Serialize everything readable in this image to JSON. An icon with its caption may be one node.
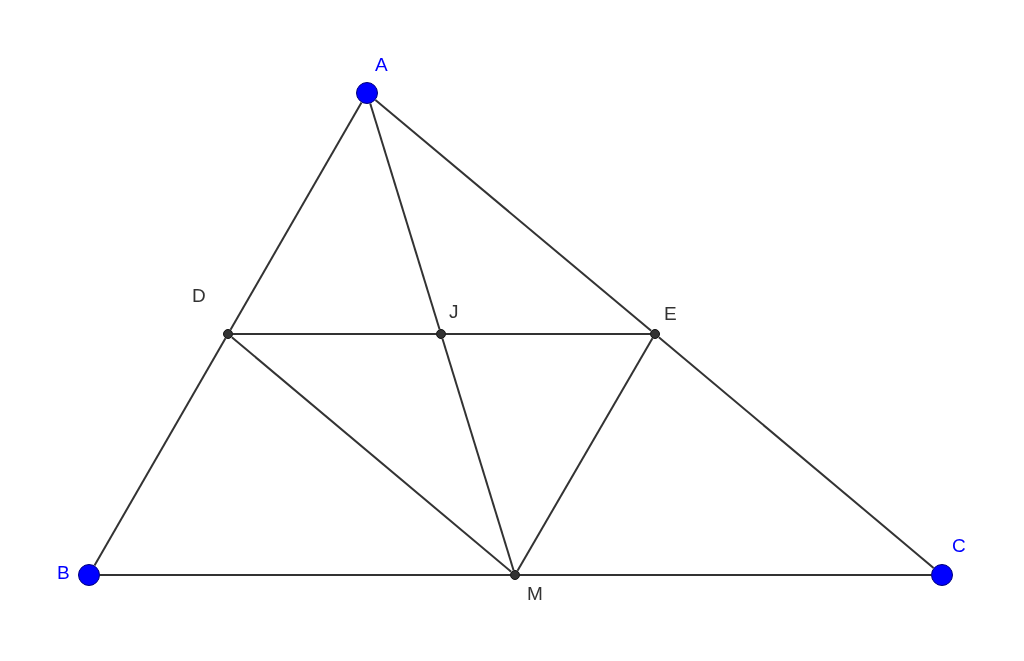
{
  "diagram": {
    "nodes": [
      {
        "text": [],
        "shape": "circle",
        "beside": [
          "A"
        ]
      },
      {
        "text": [],
        "shape": "circle",
        "beside": [
          "B"
        ]
      },
      {
        "text": [],
        "shape": "circle",
        "beside": [
          "C"
        ]
      },
      {
        "text": [],
        "shape": "circle",
        "beside": [
          "D"
        ]
      },
      {
        "text": [],
        "shape": "circle",
        "beside": [
          "E"
        ]
      },
      {
        "text": [],
        "shape": "circle",
        "beside": [
          "J"
        ]
      },
      {
        "text": [],
        "shape": "circle",
        "beside": [
          "M"
        ]
      }
    ],
    "edges": [
      {
        "from": 0,
        "to": 3,
        "arrow": "none"
      },
      {
        "from": 3,
        "to": 1,
        "arrow": "none"
      },
      {
        "from": 0,
        "to": 4,
        "arrow": "none"
      },
      {
        "from": 4,
        "to": 2,
        "arrow": "none"
      },
      {
        "from": 1,
        "to": 6,
        "arrow": "none"
      },
      {
        "from": 6,
        "to": 2,
        "arrow": "none"
      },
      {
        "from": 3,
        "to": 5,
        "arrow": "none"
      },
      {
        "from": 5,
        "to": 4,
        "arrow": "none"
      },
      {
        "from": 0,
        "to": 5,
        "arrow": "none"
      },
      {
        "from": 5,
        "to": 6,
        "arrow": "none"
      },
      {
        "from": 3,
        "to": 6,
        "arrow": "none"
      },
      {
        "from": 4,
        "to": 6,
        "arrow": "none"
      }
    ]
  }
}
